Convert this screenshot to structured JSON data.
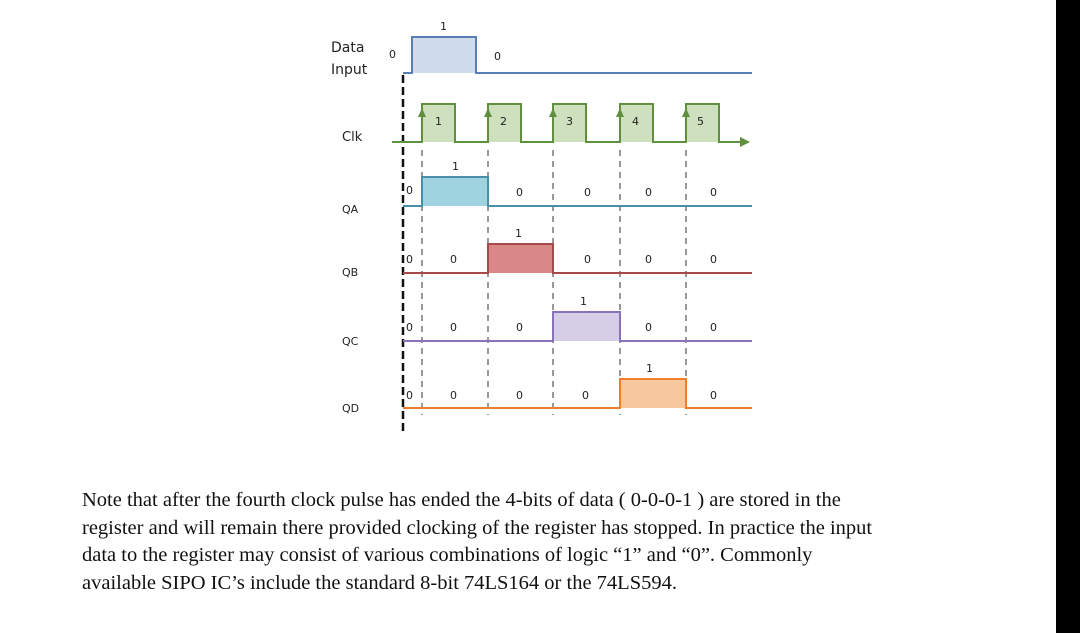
{
  "diagram": {
    "signal_labels": {
      "data_input_line1": "Data",
      "data_input_line2": "Input",
      "clk": "Clk",
      "qa": "QA",
      "qb": "QB",
      "qc": "QC",
      "qd": "QD"
    },
    "data_input_values": {
      "initial": "0",
      "high": "1",
      "after": "0"
    },
    "clock_pulse_labels": [
      "1",
      "2",
      "3",
      "4",
      "5"
    ],
    "qa_values": {
      "initial": "0",
      "high": "1",
      "after": [
        "0",
        "0",
        "0",
        "0"
      ]
    },
    "qb_values": {
      "initial": "0",
      "before": [
        "0"
      ],
      "high": "1",
      "after": [
        "0",
        "0",
        "0"
      ]
    },
    "qc_values": {
      "initial": "0",
      "before": [
        "0",
        "0"
      ],
      "high": "1",
      "after": [
        "0",
        "0"
      ]
    },
    "qd_values": {
      "initial": "0",
      "before": [
        "0",
        "0",
        "0"
      ],
      "high": "1",
      "after": [
        "0"
      ]
    },
    "colors": {
      "data_fill": "#cfdaea",
      "data_line": "#5b7fb5",
      "clk_fill": "#cfe0bf",
      "clk_line": "#5f8f3f",
      "qa_fill": "#9fd3e0",
      "qa_line": "#4a8eaa",
      "qb_fill": "#d98787",
      "qb_line": "#a44a4a",
      "qc_fill": "#d6cde6",
      "qc_line": "#8a72b8",
      "qd_fill": "#f7c79d",
      "qd_line": "#ef7d2a"
    }
  },
  "note": {
    "lines": [
      "Note that after the fourth clock pulse has ended the 4-bits of data ( 0-0-0-1 ) are stored in the",
      "register and will remain there provided clocking of the register has stopped. In practice the input",
      "data to the register may consist of various combinations of logic “1” and “0”. Commonly",
      "available SIPO IC’s include the standard 8-bit 74LS164 or the 74LS594."
    ]
  }
}
